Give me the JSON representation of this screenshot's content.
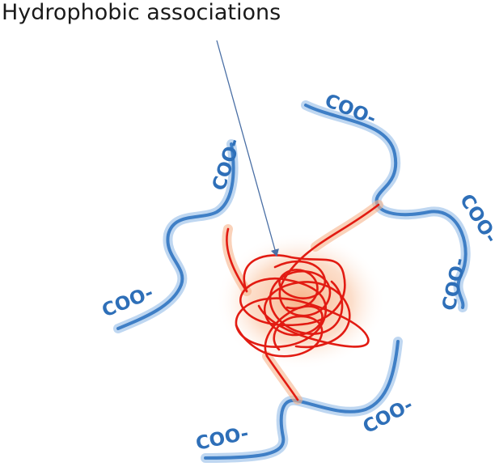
{
  "title": "Hydrophobic associations",
  "labels": {
    "top_right": "COO-",
    "top_left": "COO-",
    "right_upper": "COO-",
    "right_lower": "COO-",
    "left": "COO-",
    "bottom_left": "COO-",
    "bottom_right": "COO-"
  },
  "colors": {
    "hydrophilic_chain": "#3f7fc6",
    "hydrophobic_core": "#e21b12",
    "label_text": "#2e6fb8"
  }
}
